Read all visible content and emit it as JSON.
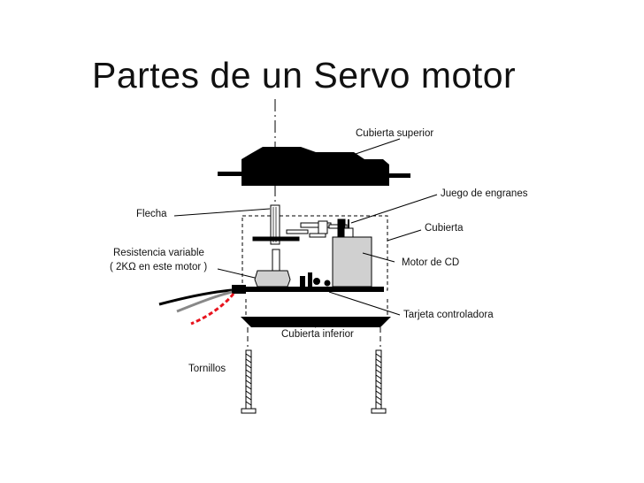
{
  "title": "Partes de un Servo motor",
  "labels": {
    "top_cover": "Cubierta superior",
    "gears": "Juego de engranes",
    "shaft": "Flecha",
    "case": "Cubierta",
    "variable_resistor_line1": "Resistencia variable",
    "variable_resistor_line2": "( 2KΩ  en este motor )",
    "dc_motor": "Motor de CD",
    "control_board": "Tarjeta controladora",
    "bottom_cover": "Cubierta inferior",
    "screws": "Tornillos"
  }
}
